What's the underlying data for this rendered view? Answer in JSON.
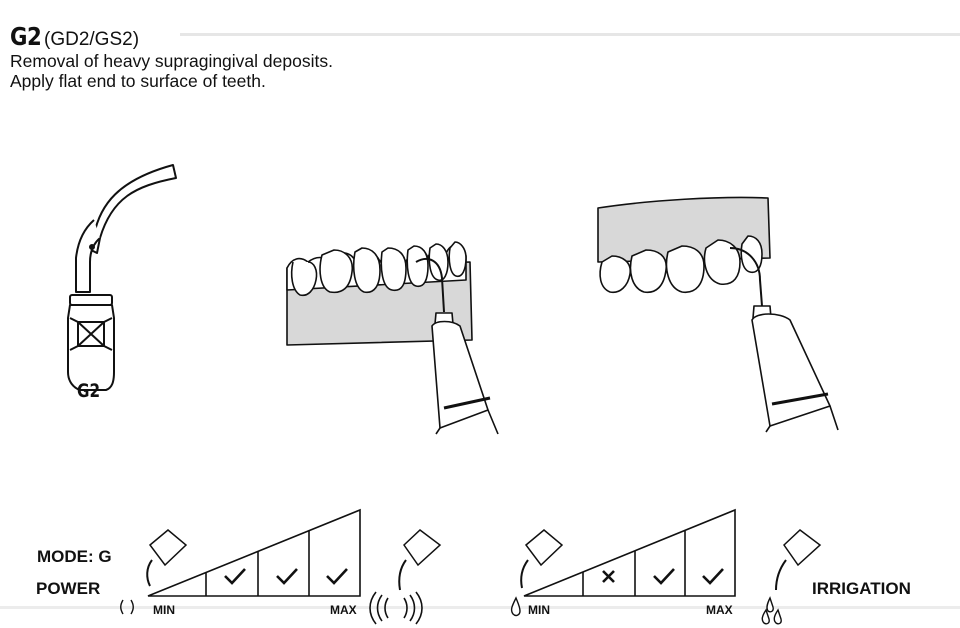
{
  "header": {
    "model": "G2",
    "variants": "(GD2/GS2)",
    "line1": "Removal of heavy supragingival deposits.",
    "line2": "Apply flat end to surface of teeth."
  },
  "tip_label": "G2",
  "settings": {
    "mode_label": "MODE: G",
    "power": {
      "label": "POWER",
      "min_label": "MIN",
      "max_label": "MAX",
      "levels": [
        "blank",
        "check",
        "check",
        "check"
      ]
    },
    "irrigation": {
      "label": "IRRIGATION",
      "min_label": "MIN",
      "max_label": "MAX",
      "levels": [
        "blank",
        "cross",
        "check",
        "check"
      ]
    }
  },
  "colors": {
    "gum": "#d8d8d8",
    "line": "#111111",
    "rule": "#e6e6e6"
  }
}
